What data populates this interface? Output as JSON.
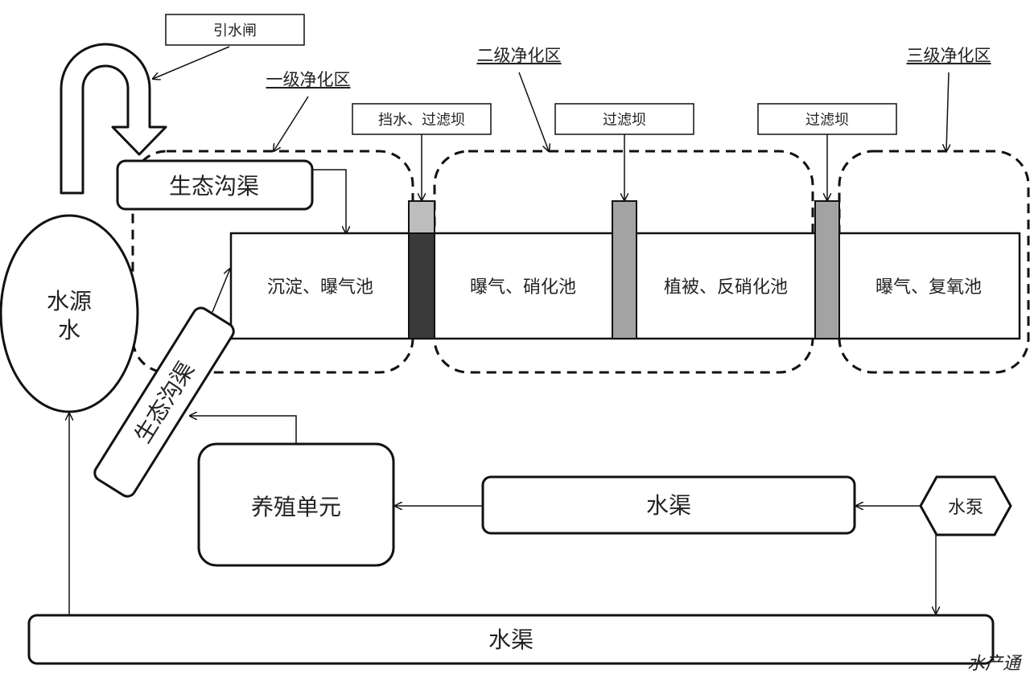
{
  "labels": {
    "intake_gate": "引水闸",
    "zone_primary": "一级净化区",
    "zone_secondary": "二级净化区",
    "zone_tertiary": "三级净化区",
    "dam_block_filter": "挡水、过滤坝",
    "dam_filter_1": "过滤坝",
    "dam_filter_2": "过滤坝",
    "eco_channel_top": "生态沟渠",
    "eco_channel_diag": "生态沟渠",
    "water_source": [
      "水源",
      "水"
    ],
    "pond_settle_aerate": "沉淀、曝气池",
    "pond_aerate_nitrify": "曝气、硝化池",
    "pond_veg_denitrify": "植被、反硝化池",
    "pond_aerate_reoxy": "曝气、复氧池",
    "culture_unit": "养殖单元",
    "channel_mid": "水渠",
    "pump": "水泵",
    "channel_bottom": "水渠",
    "watermark": "水产通"
  },
  "colors": {
    "line": "#111111",
    "dam_dark": "#3a3a3a",
    "dam_gray": "#a3a3a3",
    "dam_light": "#bdbdbd"
  }
}
